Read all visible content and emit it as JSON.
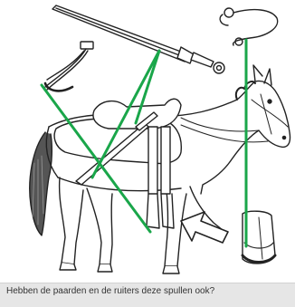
{
  "caption": {
    "text": "Hebben de paarden en de ruiters deze spullen ook?"
  },
  "colors": {
    "pointer_line": "#1aa64a",
    "ink": "#222222",
    "caption_background": "#e6e6e6"
  },
  "items": [
    {
      "name": "sword",
      "icon": "sword-icon"
    },
    {
      "name": "stirrup",
      "icon": "stirrup-icon"
    },
    {
      "name": "bridle-bit",
      "icon": "bit-icon"
    },
    {
      "name": "saddle",
      "icon": "saddle-icon"
    },
    {
      "name": "horseshoe-hoof",
      "icon": "hoof-icon"
    },
    {
      "name": "arrow",
      "icon": "arrow-icon"
    }
  ]
}
